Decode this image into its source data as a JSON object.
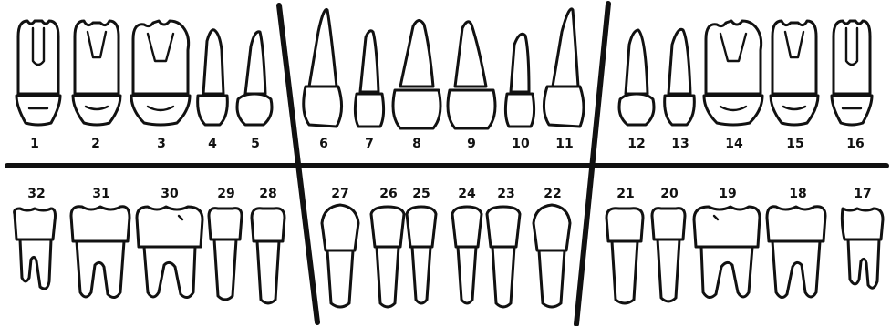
{
  "upper_teeth": [
    {
      "number": "1",
      "type": "molar"
    },
    {
      "number": "2",
      "type": "molar"
    },
    {
      "number": "3",
      "type": "molar"
    },
    {
      "number": "4",
      "type": "premolar"
    },
    {
      "number": "5",
      "type": "premolar"
    },
    {
      "number": "6",
      "type": "canine"
    },
    {
      "number": "7",
      "type": "lateral-incisor"
    },
    {
      "number": "8",
      "type": "central-incisor"
    },
    {
      "number": "9",
      "type": "central-incisor"
    },
    {
      "number": "10",
      "type": "lateral-incisor"
    },
    {
      "number": "11",
      "type": "canine"
    },
    {
      "number": "12",
      "type": "premolar"
    },
    {
      "number": "13",
      "type": "premolar"
    },
    {
      "number": "14",
      "type": "molar"
    },
    {
      "number": "15",
      "type": "molar"
    },
    {
      "number": "16",
      "type": "molar"
    }
  ],
  "lower_teeth": [
    {
      "number": "32",
      "type": "molar"
    },
    {
      "number": "31",
      "type": "molar"
    },
    {
      "number": "30",
      "type": "molar"
    },
    {
      "number": "29",
      "type": "premolar"
    },
    {
      "number": "28",
      "type": "premolar"
    },
    {
      "number": "27",
      "type": "canine"
    },
    {
      "number": "26",
      "type": "incisor"
    },
    {
      "number": "25",
      "type": "incisor"
    },
    {
      "number": "24",
      "type": "incisor"
    },
    {
      "number": "23",
      "type": "incisor"
    },
    {
      "number": "22",
      "type": "canine"
    },
    {
      "number": "21",
      "type": "premolar"
    },
    {
      "number": "20",
      "type": "premolar"
    },
    {
      "number": "19",
      "type": "molar"
    },
    {
      "number": "18",
      "type": "molar"
    },
    {
      "number": "17",
      "type": "molar"
    }
  ],
  "colors": {
    "ink": "#111111",
    "background": "#ffffff"
  }
}
